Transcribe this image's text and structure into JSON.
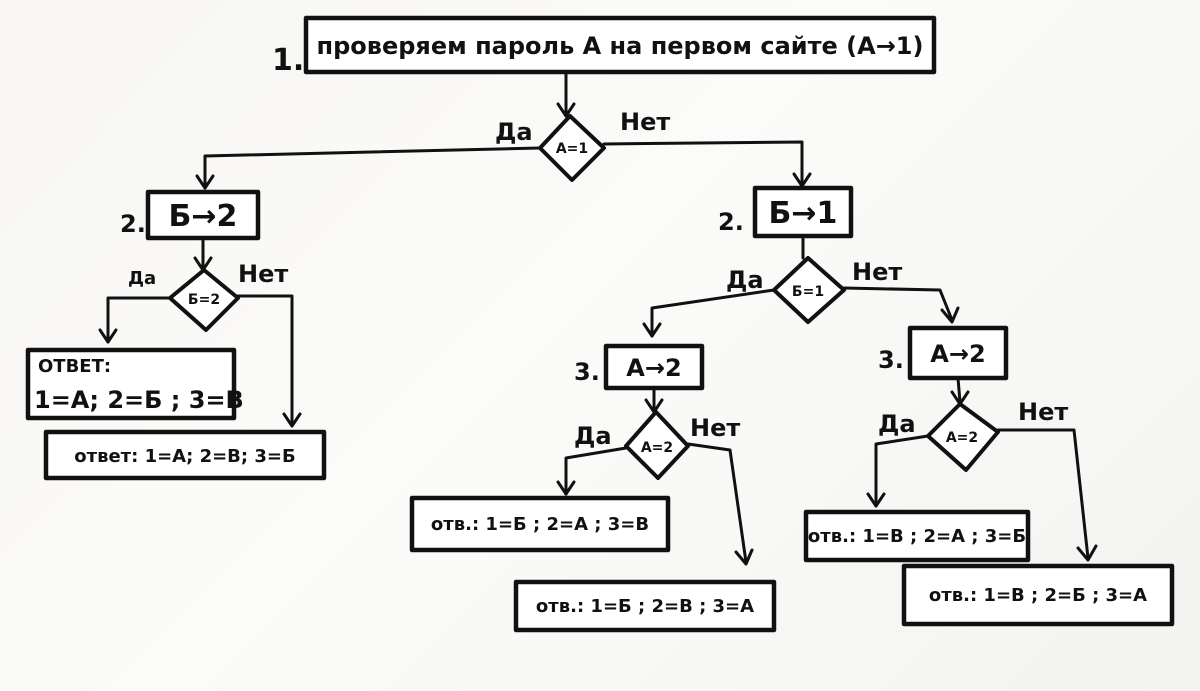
{
  "root": {
    "number": "1.",
    "text": "проверяем пароль А на первом сайте (А→1)",
    "decision": "А=1",
    "yes": "Да",
    "no": "Нет"
  },
  "left": {
    "number": "2.",
    "box": "Б→2",
    "decision": "Б=2",
    "yes": "Да",
    "no": "Нет",
    "answer_yes_title": "ОТВЕТ:",
    "answer_yes_text": "1=А; 2=Б ; 3=В",
    "answer_no": "ответ: 1=А; 2=В; 3=Б"
  },
  "right": {
    "number": "2.",
    "box": "Б→1",
    "decision": "Б=1",
    "yes": "Да",
    "no": "Нет",
    "left": {
      "number": "3.",
      "box": "А→2",
      "decision": "А=2",
      "yes": "Да",
      "no": "Нет",
      "answer_yes": "отв.: 1=Б ; 2=А ; 3=В",
      "answer_no": "отв.: 1=Б ; 2=В ; 3=А"
    },
    "right": {
      "number": "3.",
      "box": "А→2",
      "decision": "А=2",
      "yes": "Да",
      "no": "Нет",
      "answer_yes": "отв.: 1=В ; 2=А ; 3=Б",
      "answer_no": "отв.: 1=В ; 2=Б ; 3=А"
    }
  }
}
